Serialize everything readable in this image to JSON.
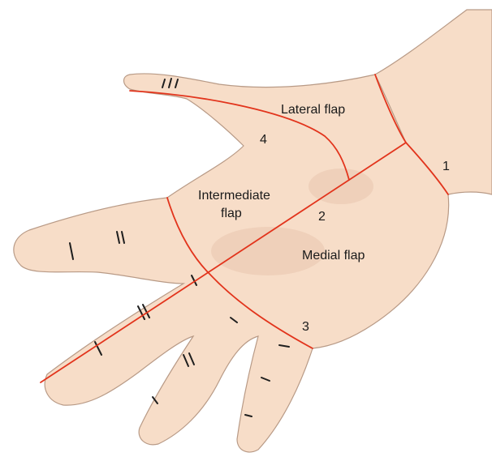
{
  "labels": {
    "lateral_flap": "Lateral flap",
    "intermediate_flap_line1": "Intermediate",
    "intermediate_flap_line2": "flap",
    "medial_flap": "Medial flap"
  },
  "incisions": {
    "one": "1",
    "two": "2",
    "three": "3",
    "four": "4"
  },
  "colors": {
    "skin": "#f7ddc8",
    "skin_outline": "#b89a86",
    "incision": "#e2341c",
    "crease": "#1e1e1e"
  }
}
